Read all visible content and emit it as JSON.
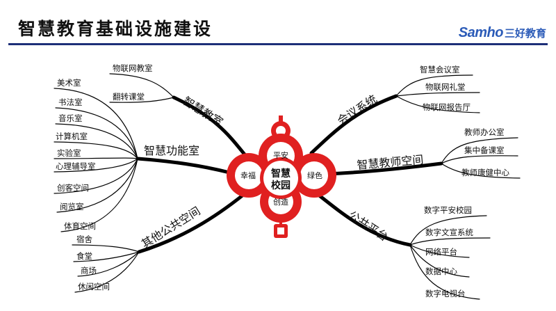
{
  "header": {
    "title": "智慧教育基础设施建设",
    "logo_en": "Samho",
    "logo_cn": "三好教育"
  },
  "center": {
    "label_line1": "智慧",
    "label_line2": "校园",
    "top": "平安",
    "left": "幸福",
    "right": "绿色",
    "bottom": "创造"
  },
  "branches": {
    "smart_classroom": {
      "label": "智慧教室",
      "items": [
        "物联网教室",
        "翻转课堂"
      ]
    },
    "smart_function": {
      "label": "智慧功能室",
      "items": [
        "美术室",
        "书法室",
        "音乐室",
        "计算机室",
        "实验室",
        "心理辅导室",
        "创客空间",
        "阅览室",
        "体育空间"
      ]
    },
    "public_space": {
      "label": "其他公共空间",
      "items": [
        "宿舍",
        "食堂",
        "商场",
        "休闲空间"
      ]
    },
    "meeting": {
      "label": "会议系统",
      "items": [
        "智慧会议室",
        "物联网礼堂",
        "物联网报告厅"
      ]
    },
    "teacher_space": {
      "label": "智慧教师空间",
      "items": [
        "教师办公室",
        "集中备课室",
        "教师康健中心"
      ]
    },
    "public_platform": {
      "label": "公共平台",
      "items": [
        "数字平安校园",
        "数字文宣系统",
        "网络平台",
        "数据中心",
        "数字电视台"
      ]
    }
  },
  "colors": {
    "knot": "#e02020",
    "title_rule": "#1d2f78",
    "logo": "#2b5bb8"
  }
}
